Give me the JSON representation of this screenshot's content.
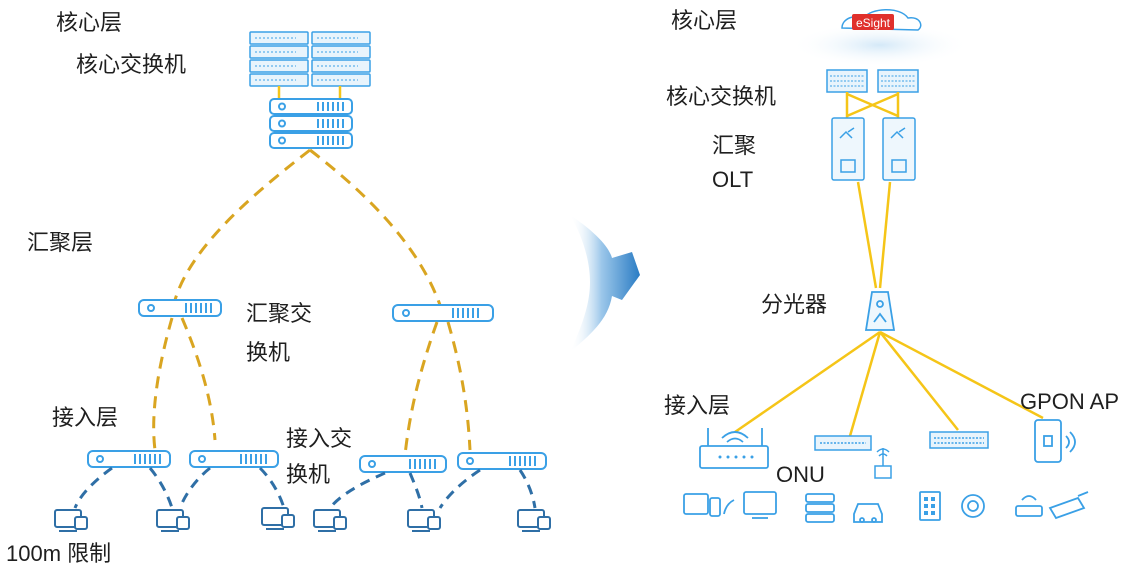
{
  "left": {
    "core_layer": "核心层",
    "core_switch": "核心交换机",
    "aggregation_layer": "汇聚层",
    "aggregation_switch_line1": "汇聚交",
    "aggregation_switch_line2": "换机",
    "access_layer": "接入层",
    "access_switch_line1": "接入交",
    "access_switch_line2": "换机",
    "distance_limit": "100m 限制"
  },
  "right": {
    "core_layer": "核心层",
    "esight_logo": "eSight",
    "core_switch": "核心交换机",
    "olt_line1": "汇聚",
    "olt_line2": "OLT",
    "splitter": "分光器",
    "access_layer": "接入层",
    "onu": "ONU",
    "gpon_ap": "GPON AP"
  },
  "colors": {
    "device_blue": "#3aa0e6",
    "device_fill": "#e8f4fc",
    "link_yellow": "#f5c518",
    "link_dashed_gold": "#d9a521",
    "link_dashed_blue": "#2f6fa6",
    "arrow_blue": "#3a86c8"
  }
}
